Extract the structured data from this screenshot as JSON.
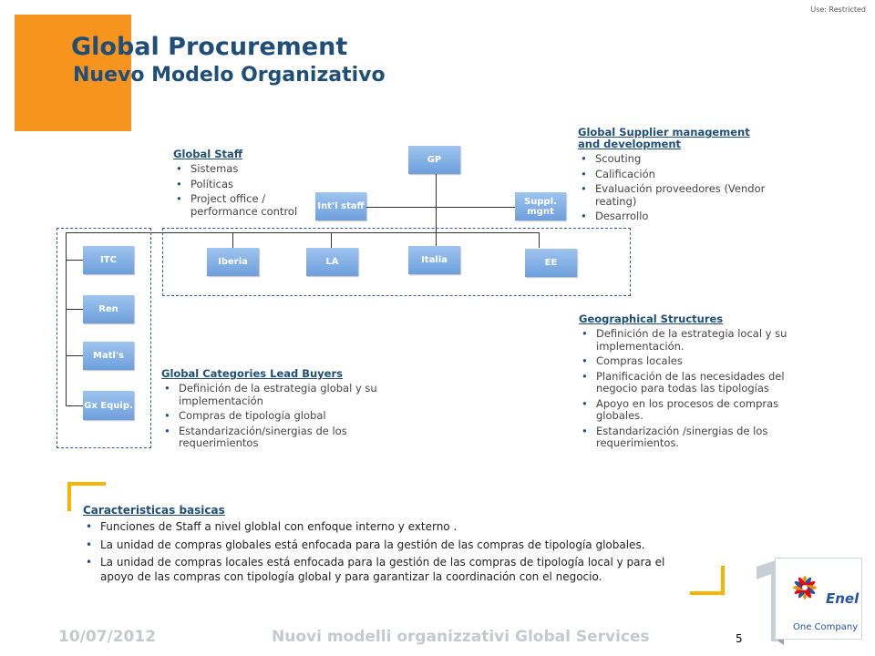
{
  "header": {
    "use_label": "Use: Restricted",
    "title": "Global Procurement",
    "subtitle": "Nuevo Modelo Organizativo"
  },
  "org": {
    "gp": "GP",
    "intl_staff": "Int'l staff",
    "suppl_mgnt": "Suppl. mgnt",
    "regions": [
      "Iberia",
      "LA",
      "Italia",
      "EE"
    ],
    "categories": [
      "ITC",
      "Ren",
      "Matl's",
      "Gx Equip."
    ]
  },
  "global_staff": {
    "title": "Global Staff",
    "items": [
      "Sistemas",
      "Políticas",
      "Project office / performance control"
    ]
  },
  "supplier_mgmt": {
    "title": "Global Supplier management and development",
    "items": [
      "Scouting",
      "Calificación",
      "Evaluación proveedores (Vendor reating)",
      "Desarrollo"
    ]
  },
  "geo": {
    "title": "Geographical Structures",
    "items": [
      "Definición de la estrategia local y su implementación.",
      "Compras locales",
      "Planificación de las necesidades del negocio para todas las tipologías",
      "Apoyo en los procesos de compras globales.",
      "Estandarización /sinergias de los requerimientos."
    ]
  },
  "categories_lead": {
    "title": "Global Categories Lead Buyers",
    "items": [
      "Definición de la estrategia global y su implementación",
      "Compras de tipología global",
      "Estandarización/sinergias de los requerimientos"
    ]
  },
  "caracteristicas": {
    "title": "Caracteristicas basicas",
    "items": [
      "Funciones de Staff a nivel globlal con enfoque interno y externo .",
      "La unidad de compras globales está enfocada para la gestión de las compras de tipología globales.",
      "La unidad de compras locales está enfocada para la gestión de las compras de tipología local y para el apoyo de las compras con tipología global y para garantizar la coordinación con el negocio."
    ]
  },
  "footer": {
    "date": "10/07/2012",
    "text": "Nuovi modelli organizzativi Global Services",
    "page": "5"
  },
  "logo": {
    "brand": "Enel",
    "tagline": "One Company"
  },
  "colors": {
    "accent_orange": "#f7941d",
    "title_blue": "#1f4e79",
    "box_blue": "#7ba8e0",
    "bracket_yellow": "#f7b500"
  }
}
